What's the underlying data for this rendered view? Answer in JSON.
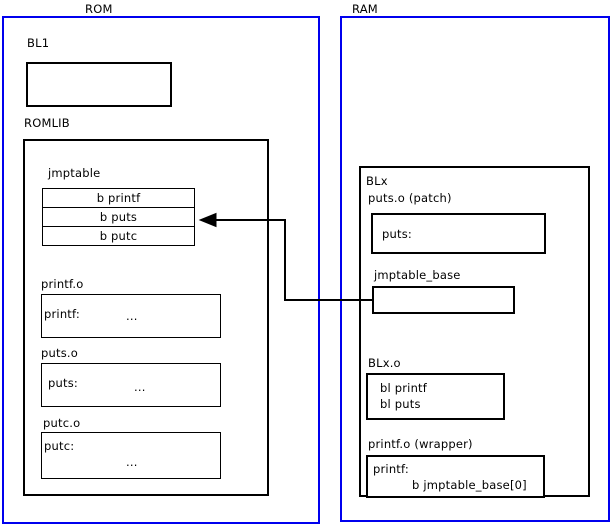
{
  "diagram": {
    "title": "ROM / RAM jump table patching diagram",
    "accent_color": "#0000ee",
    "line_color": "#000000",
    "background": "#ffffff"
  },
  "rom": {
    "label": "ROM",
    "bl1": {
      "label": "BL1",
      "body": ""
    },
    "romlib": {
      "label": "ROMLIB",
      "jmptable": {
        "label": "jmptable",
        "entries": [
          "b printf",
          "b puts",
          "b putc"
        ]
      },
      "objects": [
        {
          "label": "printf.o",
          "symbol": "printf:",
          "body": "..."
        },
        {
          "label": "puts.o",
          "symbol": "puts:",
          "body": "..."
        },
        {
          "label": "putc.o",
          "symbol": "putc:",
          "body": "..."
        }
      ]
    }
  },
  "ram": {
    "label": "RAM",
    "blx": {
      "label": "BLx",
      "puts_patch": {
        "label": "puts.o (patch)",
        "symbol": "puts:"
      },
      "jmptable_base": {
        "label": "jmptable_base",
        "body": ""
      },
      "blx_o": {
        "label": "BLx.o",
        "lines": [
          "bl printf",
          "bl puts"
        ]
      },
      "printf_wrapper": {
        "label": "printf.o (wrapper)",
        "symbol": "printf:",
        "instruction": "b jmptable_base[0]"
      }
    }
  },
  "connector": {
    "name": "jmptable-base-to-jmptable-arrow",
    "from": "jmptable_base",
    "to": "b puts"
  }
}
